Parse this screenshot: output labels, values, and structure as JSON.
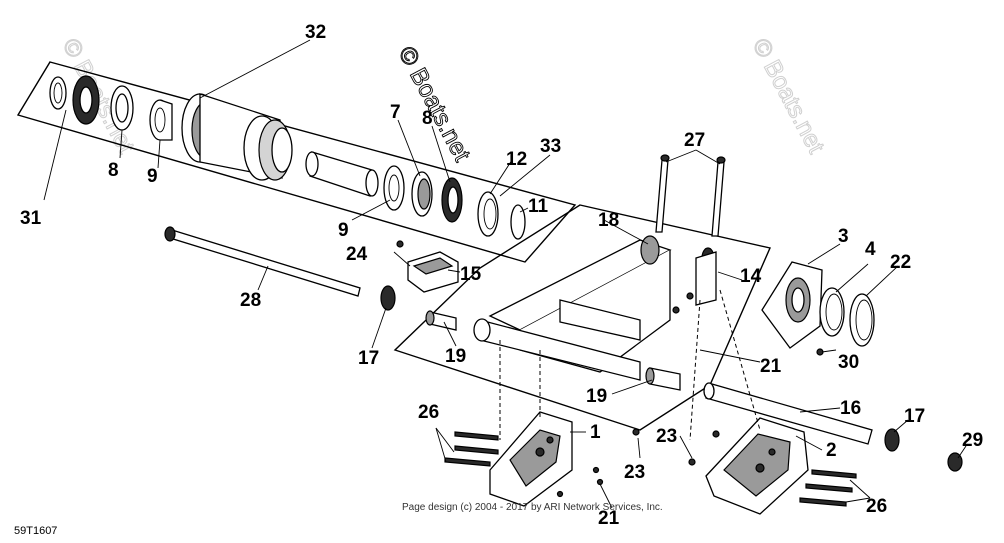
{
  "diagram": {
    "watermark": "© Boats.net",
    "copyright": "Page design (c) 2004 - 2017 by ARI Network Services, Inc.",
    "figure_code": "59T1607",
    "callouts": {
      "c1": "1",
      "c2": "2",
      "c3": "3",
      "c4": "4",
      "c7": "7",
      "c8a": "8",
      "c8b": "8",
      "c9a": "9",
      "c9b": "9",
      "c11": "11",
      "c12": "12",
      "c14": "14",
      "c15": "15",
      "c16": "16",
      "c17a": "17",
      "c17b": "17",
      "c18": "18",
      "c19a": "19",
      "c19b": "19",
      "c21a": "21",
      "c21b": "21",
      "c22": "22",
      "c23a": "23",
      "c23b": "23",
      "c24": "24",
      "c26a": "26",
      "c26b": "26",
      "c27": "27",
      "c28": "28",
      "c29": "29",
      "c30": "30",
      "c31": "31",
      "c32": "32",
      "c33": "33"
    }
  }
}
